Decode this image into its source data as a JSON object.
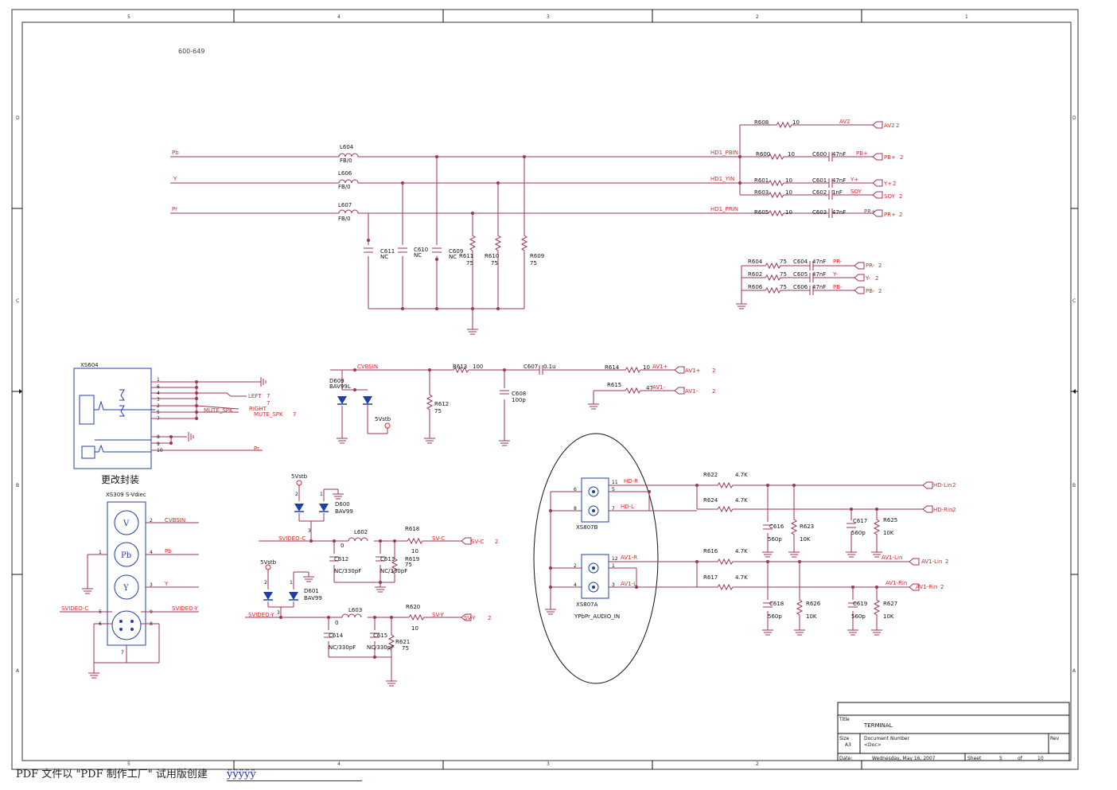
{
  "sheet_ref": "600-649",
  "border": {
    "cols": [
      "5",
      "4",
      "3",
      "2",
      "1"
    ],
    "rows": [
      "D",
      "C",
      "B",
      "A"
    ]
  },
  "nets": {
    "pb": "Pb",
    "y": "Y",
    "pr": "Pr",
    "hd1_pbin": "HD1_PBIN",
    "hd1_yin": "HD1_YIN",
    "hd1_prin": "HD1_PRIN",
    "av2": "AV2",
    "pb_plus": "PB+",
    "y_plus": "Y+",
    "soy": "SOY",
    "pr_plus": "PR+",
    "pr_minus": "PR-",
    "y_minus": "Y-",
    "pb_minus": "PB-",
    "cvbsin": "CVBSIN",
    "av1_plus": "AV1+",
    "av1_minus": "AV1-",
    "left": "LEFT",
    "right": "RIGHT",
    "mute_spk": "MUTE_SPK",
    "svideo_c": "SVIDEO-C",
    "svideo_y": "SVIDEO-Y",
    "sv_c": "SV-C",
    "sv_y": "SV-Y",
    "fivevstb": "5Vstb",
    "hd_r": "HD-R",
    "hd_l": "HD-L",
    "av1_r": "AV1-R",
    "av1_l": "AV1-L",
    "hd_lin": "HD-Lin",
    "hd_rin": "HD-Rin",
    "av1_lin": "AV1-Lin",
    "av1_rin": "AV1-Rin",
    "num2": "2",
    "num7": "7"
  },
  "parts": {
    "l604": "L604",
    "l606": "L606",
    "l607": "L607",
    "fb": "FB/0",
    "r608": "R608",
    "r600": "R600",
    "r601": "R601",
    "r603": "R603",
    "r605": "R605",
    "r604": "R604",
    "r602": "R602",
    "r606": "R606",
    "c600": "C600",
    "c601": "C601",
    "c602": "C602",
    "c603": "C603",
    "c604": "C604",
    "c605": "C605",
    "c606": "C606",
    "c611": "C611",
    "c610": "C610",
    "c609": "C609",
    "r611": "R611",
    "r610": "R610",
    "r609": "R609",
    "xs604": "XS604",
    "d609": "D609",
    "bav99l": "BAV99L",
    "r613": "R613",
    "c607": "C607",
    "r614": "R614",
    "r615": "R615",
    "r612": "R612",
    "c608": "C608",
    "xs309": "XS309 S-Vdiec",
    "d600": "D600",
    "d601": "D601",
    "bav99": "BAV99",
    "l602": "L602",
    "l603": "L603",
    "r618": "R618",
    "r619": "R619",
    "r620": "R620",
    "r621": "R621",
    "c612": "C612",
    "c613": "C613",
    "c614": "C614",
    "c615": "C615",
    "xs807b": "XS807B",
    "xs807a": "XS807A",
    "ypbpr_audio": "YPbPr_AUDIO_IN",
    "r622": "R622",
    "r624": "R624",
    "r616": "R616",
    "r617": "R617",
    "r623": "R623",
    "r625": "R625",
    "r626": "R626",
    "r627": "R627",
    "c616": "C616",
    "c617": "C617",
    "c618": "C618",
    "c619": "C619"
  },
  "values": {
    "v10": "10",
    "v75": "75",
    "v47": "47",
    "v100": "100",
    "nf47": "47nF",
    "nf1": "1nF",
    "nc": "NC",
    "u01": "0.1u",
    "p100": "100p",
    "pf330": "NC/330pF",
    "v0": "0",
    "k47": "4.7K",
    "k10": "10K",
    "p560": "560p"
  },
  "pins": {
    "p1": "1",
    "p2": "2",
    "p3": "3",
    "p4": "4",
    "p5": "5",
    "p6": "6",
    "p7": "7",
    "p8": "8",
    "p9": "9",
    "p10": "10",
    "p11": "11",
    "p12": "12"
  },
  "svideo_pins": {
    "v": "V",
    "pb": "Pb",
    "y": "Y"
  },
  "cn_label": "更改封装",
  "titleblock": {
    "title_label": "Title",
    "title": "TERMINAL",
    "size_label": "Size",
    "size": "A3",
    "docnum_label": "Document Number",
    "doc": "<Doc>",
    "rev_label": "Rev",
    "date_label": "Date:",
    "date": "Wednesday, May 16, 2007",
    "sheet_label": "Sheet",
    "sheet": "5",
    "of_label": "of",
    "of": "10"
  },
  "footer": {
    "text": "PDF 文件以 \"PDF 制作工厂\" 试用版创建",
    "link": "ÿÿÿÿÿ"
  }
}
